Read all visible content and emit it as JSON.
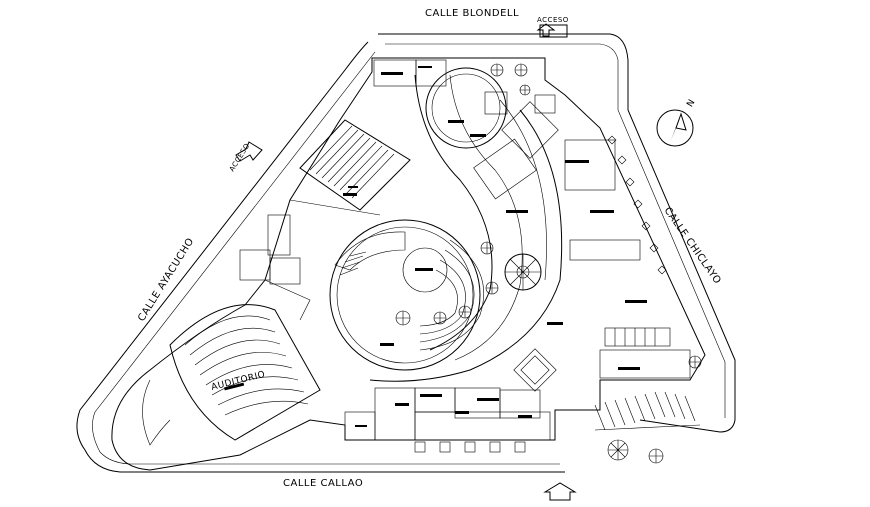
{
  "streets": {
    "north": "CALLE BLONDELL",
    "east": "CALLE CHICLAYO",
    "south": "CALLE CALLAO",
    "west": "CALLE AYACUCHO"
  },
  "access_labels": {
    "north": "ACCESO",
    "west": "ACCESO"
  },
  "rooms": {
    "auditorium": "AUDITORIO"
  },
  "north_arrow": "N"
}
